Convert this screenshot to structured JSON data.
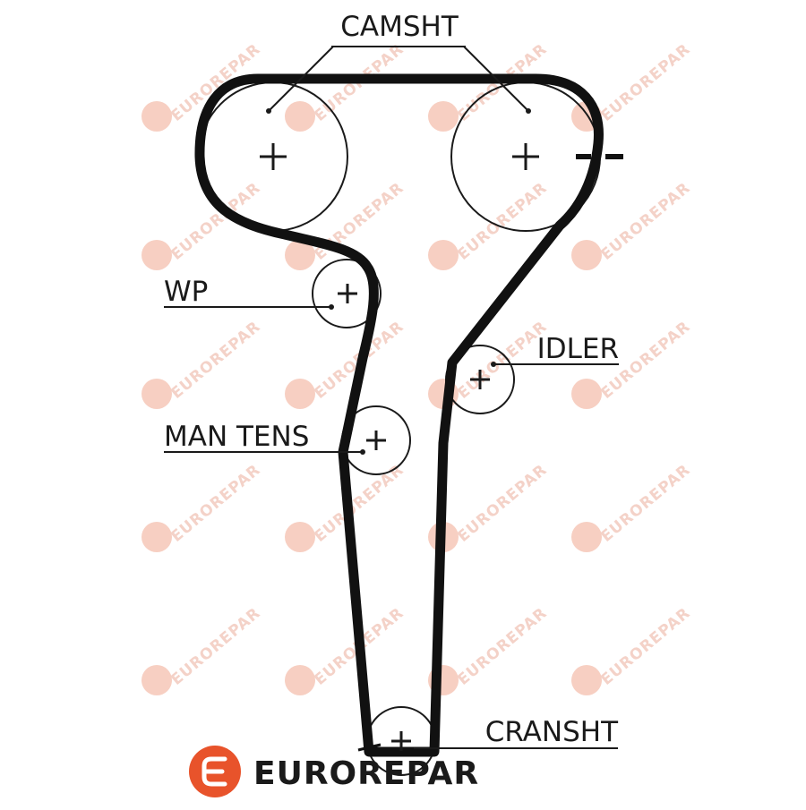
{
  "labels": {
    "camshaft": "CAMSHT",
    "water_pump": "WP",
    "idler": "IDLER",
    "manual_tensioner": "MAN TENS",
    "crankshaft": "CRANSHT"
  },
  "brand": {
    "name": "EUROREPAR",
    "logo_letter": "E",
    "color": "#e8532b"
  },
  "watermark": {
    "text": "EUROREPAR",
    "color": "#f4d2c8"
  },
  "colors": {
    "belt": "#111111",
    "line": "#1a1a1a"
  }
}
